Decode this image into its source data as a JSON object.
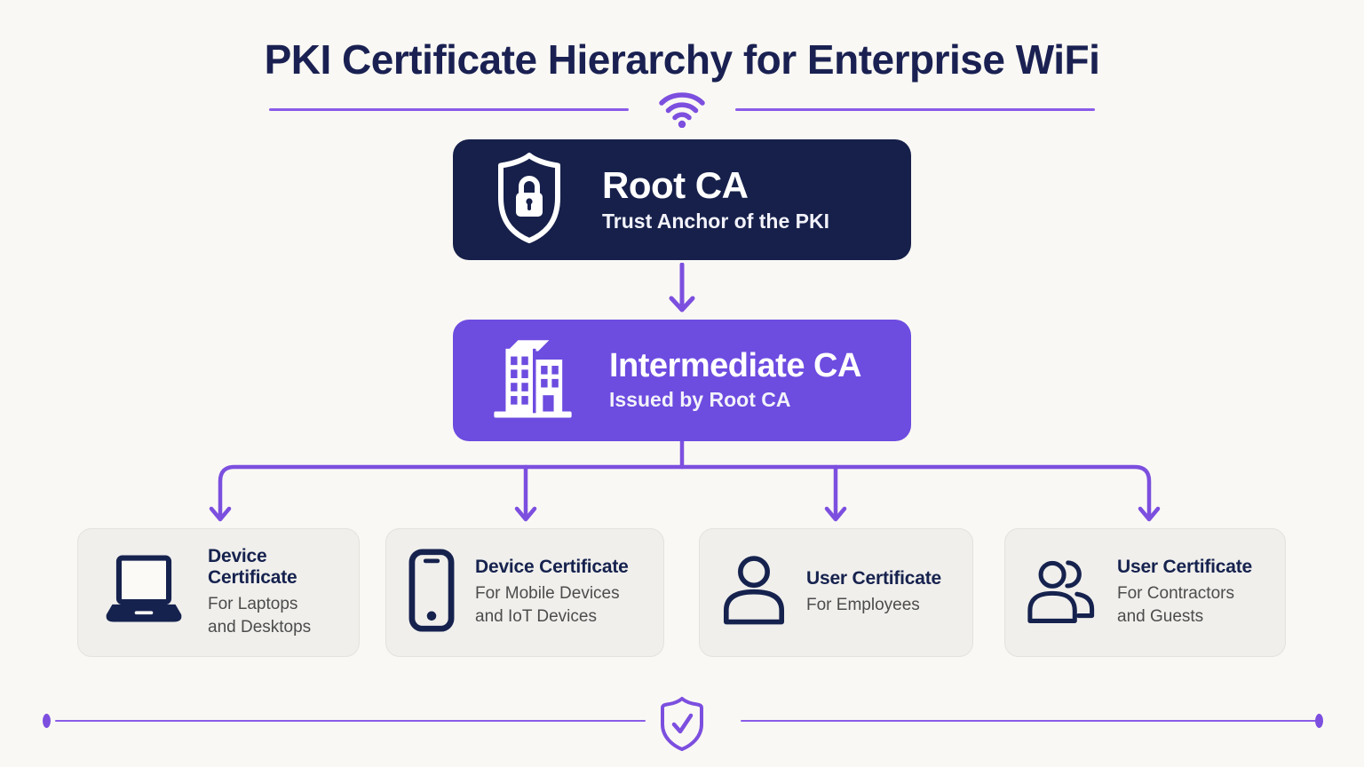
{
  "page": {
    "title": "PKI Certificate Hierarchy for Enterprise WiFi"
  },
  "colors": {
    "background": "#faf8f4",
    "navy": "#16204a",
    "purple_card": "#6d4ce0",
    "purple_line": "#7c4fdf",
    "leaf_background": "#f0efec",
    "title_text": "#1a2152",
    "subtitle_gray": "#4c4c4c"
  },
  "header": {
    "icon": "wifi-icon"
  },
  "hierarchy": {
    "root": {
      "title": "Root CA",
      "subtitle": "Trust Anchor of the PKI",
      "icon": "shield-lock-icon"
    },
    "intermediate": {
      "title": "Intermediate CA",
      "subtitle": "Issued by Root CA",
      "icon": "building-icon"
    }
  },
  "certificates": [
    {
      "title": "Device Certificate",
      "line1": "For Laptops",
      "line2": "and Desktops",
      "icon": "laptop-icon"
    },
    {
      "title": "Device Certificate",
      "line1": "For Mobile Devices",
      "line2": "and IoT Devices",
      "icon": "smartphone-icon"
    },
    {
      "title": "User Certificate",
      "line1": "For Employees",
      "line2": "",
      "icon": "user-icon"
    },
    {
      "title": "User Certificate",
      "line1": "For Contractors",
      "line2": "and Guests",
      "icon": "users-icon"
    }
  ],
  "footer": {
    "icon": "shield-check-icon"
  }
}
